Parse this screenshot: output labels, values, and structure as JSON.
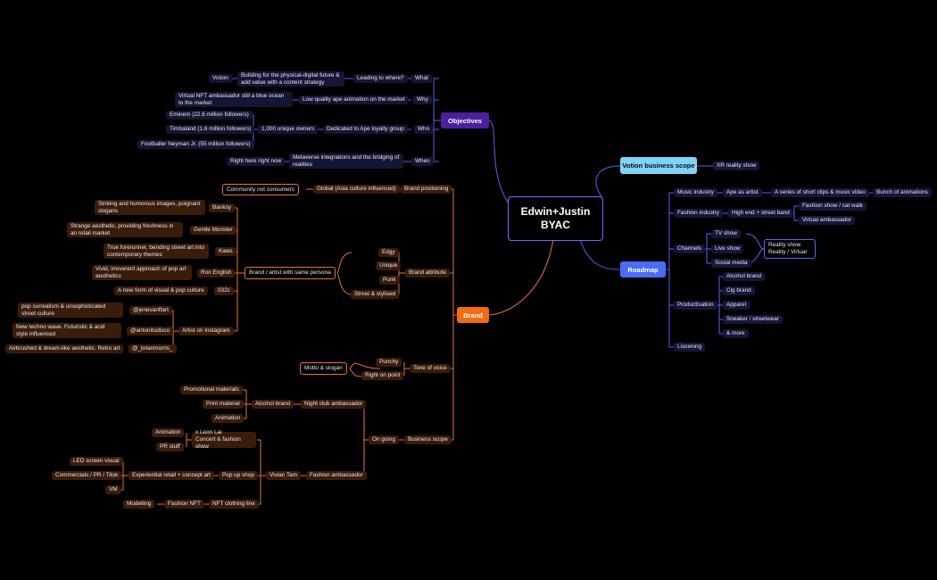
{
  "root": {
    "line1": "Edwin+Justin",
    "line2": "BYAC"
  },
  "objectives": {
    "label": "Objectives",
    "what": {
      "label": "What",
      "q": "Leading to where?",
      "a": "Building for the physical-digital future & add value with a content strategy",
      "b": "Votion"
    },
    "why": {
      "label": "Why",
      "q": "Low quality ape animation on the market",
      "a": "Virtual NFT ambassador still a blue ocean to the market"
    },
    "who": {
      "label": "Who",
      "q": "Dedicated to Ape loyalty group",
      "a": "1,000 unique owners",
      "o1": "Eminem (22.6 million followers)",
      "o2": "Timbaland (1.6 million followers)",
      "o3": "Footballer Neyman Jr. (55 million followers)"
    },
    "when": {
      "label": "When",
      "q": "Metaverse integrations and the bridging of realities",
      "a": "Right here right now"
    }
  },
  "brand": {
    "label": "Brand",
    "positioning": {
      "label": "Brand positioning",
      "global": "Global (Asia culture influenced)",
      "community": "Community not consumers"
    },
    "attribute": {
      "label": "Brand attribute",
      "persona": "Brand / artist with same persona",
      "edgy": "Edgy",
      "unique": "Unique",
      "punk": "Punk",
      "street": "Street & stylised",
      "artists": [
        {
          "name": "Banksy",
          "desc": "Striking and humorous images, poignant slogans"
        },
        {
          "name": "Gentle Monster",
          "desc": "Strange aesthetic, providing freshness in an retail market"
        },
        {
          "name": "Kaws",
          "desc": "True forerunner, bending street art into contemporary themes"
        },
        {
          "name": "Ron English",
          "desc": "Vivid, irreverent approach of pop art aesthetics"
        },
        {
          "name": "032c",
          "desc": "A new form of visual & pop culture"
        }
      ],
      "instagram": {
        "label": "Artist on Instagram",
        "items": [
          {
            "name": "@jenevanftart",
            "desc": "pop surrealism & unsophisticated street culture"
          },
          {
            "name": "@antonitudisco",
            "desc": "New techno wave. Futuristic & acid style influenced"
          },
          {
            "name": "@_brianmorris_",
            "desc": "Airbrushed & dream-like aesthetic. Retro art"
          }
        ]
      }
    },
    "tone": {
      "label": "Tone of voice",
      "punchy": "Punchy",
      "point": "Right on point",
      "motto": "Motto & slogan"
    },
    "scope": {
      "label": "Business scope",
      "ongoing": "On going",
      "nightclub": "Night club ambassador",
      "alcohol": "Alcohol brand",
      "promo": "Promotional materials",
      "print": "Print material",
      "animation": "Animation",
      "fashion_amb": "Fashion ambassador",
      "vivian": "Vivian Tam",
      "leon": "x Leon Lai\nConcert & fashion show",
      "anim2": "Animation",
      "pr": "PR stuff",
      "popup": "Pop up shop",
      "exp": "Experiential retail + concept art",
      "led": "LED screen visual",
      "comm": "Commercials / PR / Titok",
      "vm": "VM",
      "nftline": "NFT clothing line",
      "fnft": "Fashion NFT",
      "modelling": "Modelling"
    }
  },
  "votion": {
    "label": "Votion business scope",
    "xr": "XR reality show"
  },
  "roadmap": {
    "label": "Roadmap",
    "music": {
      "label": "Music industry",
      "ape": "Ape as artist",
      "clips": "A series of short clips & music video",
      "bunch": "Bunch of animations"
    },
    "fashion": {
      "label": "Fashion industry",
      "hi": "High end + street band",
      "show": "Fashion show / cat walk",
      "va": "Virtual ambassador"
    },
    "channels": {
      "label": "Channels",
      "tv": "TV show",
      "live": "Live show",
      "social": "Social media",
      "reality": "Reality show\nReality / Virtual"
    },
    "prod": {
      "label": "Productisation",
      "items": [
        "Alcohol brand",
        "Cig brand",
        "Apparel",
        "Sneaker / streetwear",
        "& more"
      ]
    },
    "licensing": "Liscening"
  },
  "colors": {
    "objectives": "#4b1f9e",
    "brand": "#f36b12",
    "votion": "#7fd4f5",
    "roadmap": "#4a6cf7",
    "orange_line": "#e0773a",
    "blue_line": "#5c62f0"
  }
}
